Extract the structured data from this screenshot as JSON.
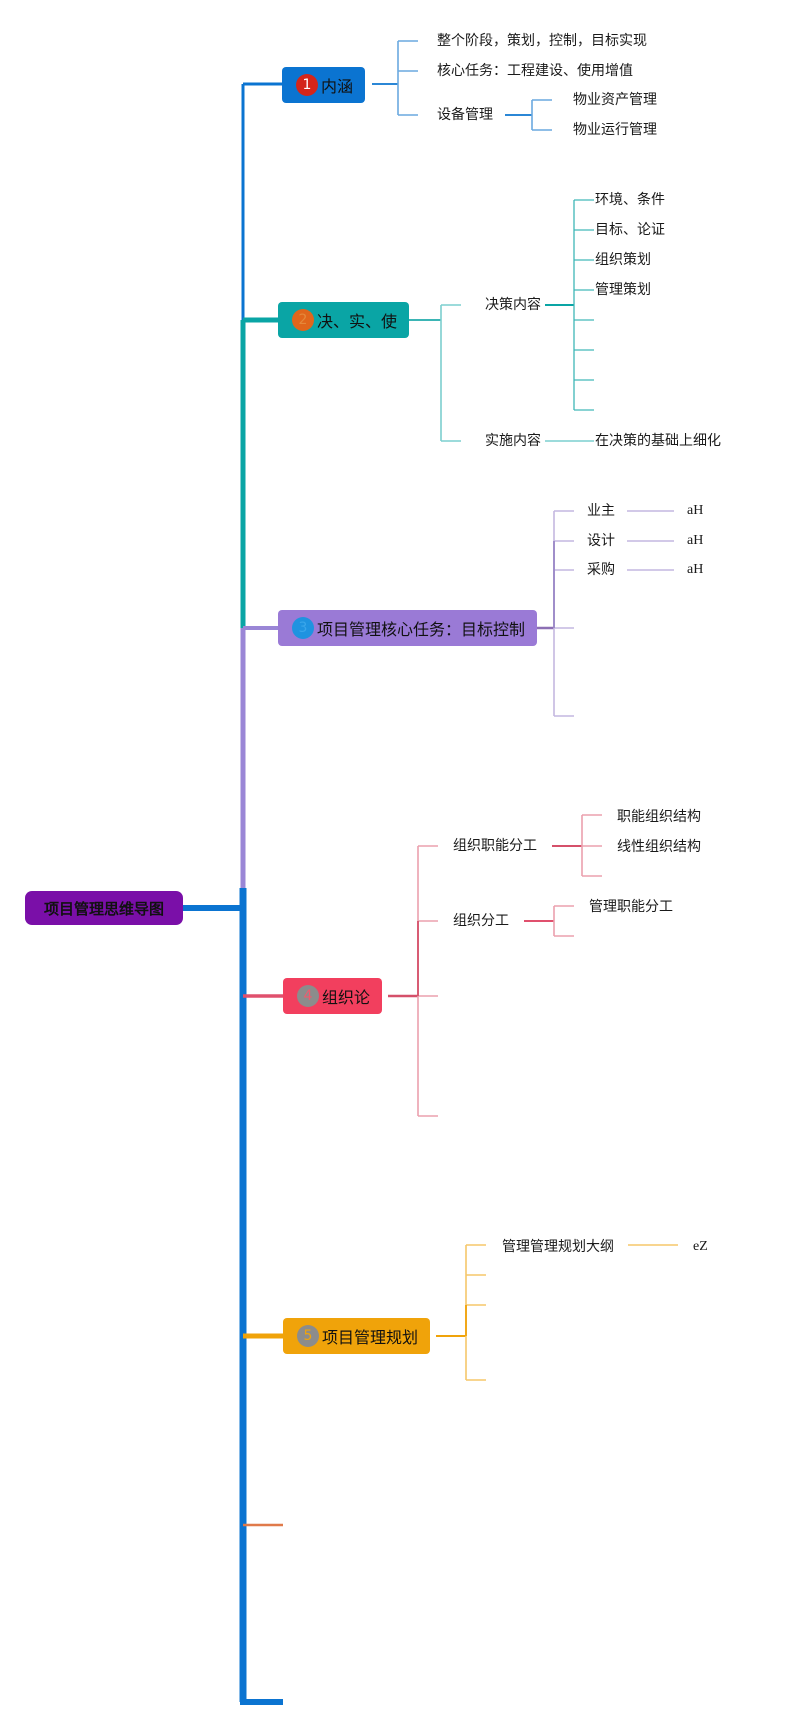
{
  "root": {
    "label": "项目管理思维导图",
    "color": "#7a0fa8"
  },
  "topics": [
    {
      "number": "1",
      "label": "内涵",
      "color": "#0b74d1",
      "badge_color": "#d4251a",
      "line_color": "#0b74d1",
      "children": [
        {
          "label": "整个阶段，策划，控制，目标实现"
        },
        {
          "label": "核心任务：工程建设、使用增值"
        },
        {
          "label": "设备管理",
          "children": [
            {
              "label": "物业资产管理"
            },
            {
              "label": "物业运行管理"
            }
          ]
        }
      ]
    },
    {
      "number": "2",
      "label": "决、实、使",
      "color": "#0aa5a5",
      "badge_color": "#e0661b",
      "line_color": "#0aa5a5",
      "children": [
        {
          "label": "决策内容",
          "children": [
            {
              "label": "环境、条件"
            },
            {
              "label": "目标、论证"
            },
            {
              "label": "组织策划"
            },
            {
              "label": "管理策划"
            },
            {
              "label": ""
            },
            {
              "label": ""
            },
            {
              "label": ""
            },
            {
              "label": ""
            }
          ]
        },
        {
          "label": "实施内容",
          "children": [
            {
              "label": "在决策的基础上细化"
            }
          ]
        }
      ]
    },
    {
      "number": "3",
      "label": "项目管理核心任务：目标控制",
      "color": "#9a7ad6",
      "badge_color": "#1f93e0",
      "line_color": "#9a86d6",
      "children": [
        {
          "label": "业主",
          "children": [
            {
              "label": "aH"
            }
          ]
        },
        {
          "label": "设计",
          "children": [
            {
              "label": "aH"
            }
          ]
        },
        {
          "label": "采购",
          "children": [
            {
              "label": "aH"
            }
          ]
        },
        {
          "label": ""
        },
        {
          "label": ""
        }
      ]
    },
    {
      "number": "4",
      "label": "组织论",
      "color": "#f23f5e",
      "badge_color": "#8c8c8c",
      "line_color": "#e0506d",
      "children": [
        {
          "label": "组织职能分工",
          "children": [
            {
              "label": "职能组织结构"
            },
            {
              "label": "线性组织结构"
            },
            {
              "label": ""
            }
          ]
        },
        {
          "label": "组织分工",
          "children": [
            {
              "label": "管理职能分工"
            },
            {
              "label": ""
            }
          ]
        },
        {
          "label": ""
        },
        {
          "label": ""
        }
      ]
    },
    {
      "number": "5",
      "label": "项目管理规划",
      "color": "#f0a30a",
      "badge_color": "#8c8c8c",
      "line_color": "#f0a30a",
      "children": [
        {
          "label": "管理管理规划大纲",
          "children": [
            {
              "label": "eZ"
            }
          ]
        },
        {
          "label": ""
        },
        {
          "label": ""
        },
        {
          "label": ""
        }
      ]
    },
    {
      "number": "",
      "label": "",
      "color": "#e07a4a",
      "line_color": "#e07a4a",
      "children": []
    }
  ]
}
